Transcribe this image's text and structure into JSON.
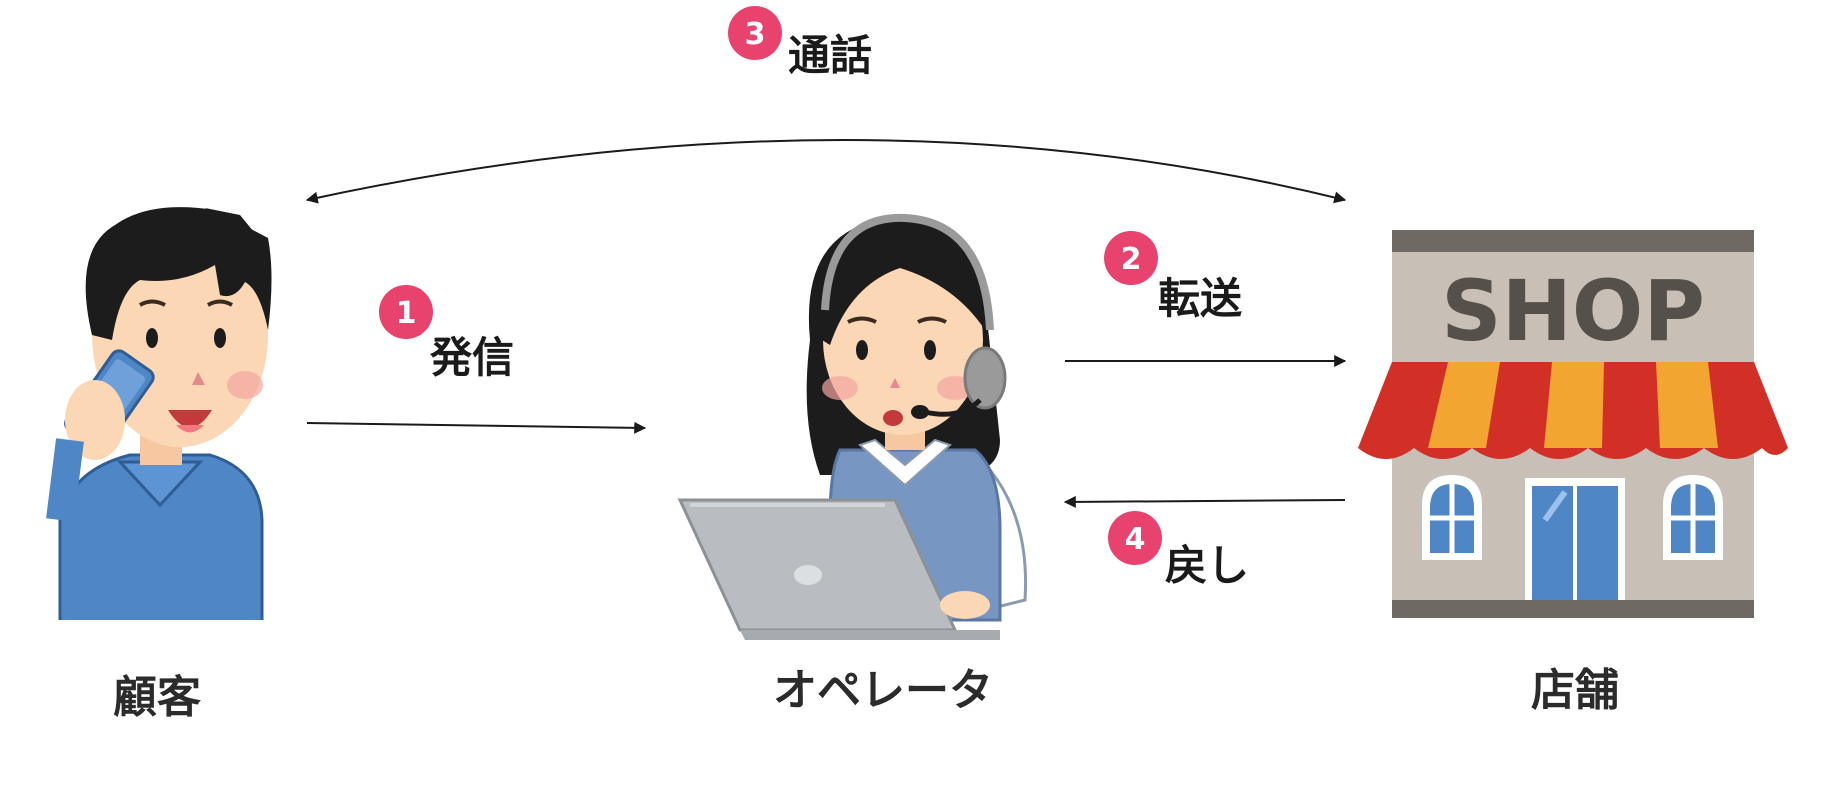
{
  "nodes": {
    "customer": {
      "label": "顧客"
    },
    "operator": {
      "label": "オペレータ"
    },
    "store": {
      "label": "店舗",
      "sign_text": "SHOP"
    }
  },
  "steps": [
    {
      "number": "1",
      "label": "発信"
    },
    {
      "number": "2",
      "label": "転送"
    },
    {
      "number": "3",
      "label": "通話"
    },
    {
      "number": "4",
      "label": "戻し"
    }
  ],
  "colors": {
    "badge": "#e8436f",
    "shirt_blue": "#4f86c6",
    "hair": "#1c1c1c",
    "skin": "#fbd7b5",
    "awning_red": "#d22f27",
    "awning_orange": "#f2a531",
    "building": "#c8bfb6",
    "laptop": "#b9bcc0"
  },
  "icons": {
    "customer": "man-phone-icon",
    "operator": "operator-headset-icon",
    "store": "shop-building-icon"
  }
}
